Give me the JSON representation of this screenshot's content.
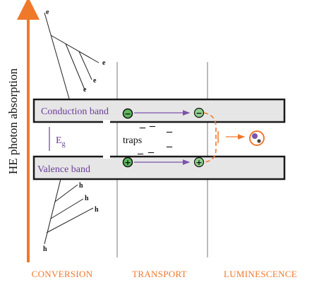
{
  "axis": {
    "label": "HE photon absorption",
    "color": "#f0782a"
  },
  "bands": {
    "conduction_label": "Conduction band",
    "valence_label": "Valence band",
    "gap_symbol": "E",
    "gap_subscript": "g",
    "label_color": "#6a3d9a"
  },
  "particles": {
    "electron_symbol": "e",
    "hole_symbol": "h"
  },
  "traps": {
    "label": "traps",
    "mark": "–"
  },
  "sections": {
    "conversion": "CONVERSION",
    "transport": "TRANSPORT",
    "luminescence": "LUMINESCENCE",
    "color": "#f0782a"
  },
  "charges": {
    "minus": "−",
    "plus": "+"
  },
  "colors": {
    "arrow_purple": "#7b52ab",
    "charge_green": "#5fb85f",
    "recombination_orange": "#f0782a",
    "band_fill": "#e6e6e6",
    "band_border": "#1a1a1a"
  }
}
